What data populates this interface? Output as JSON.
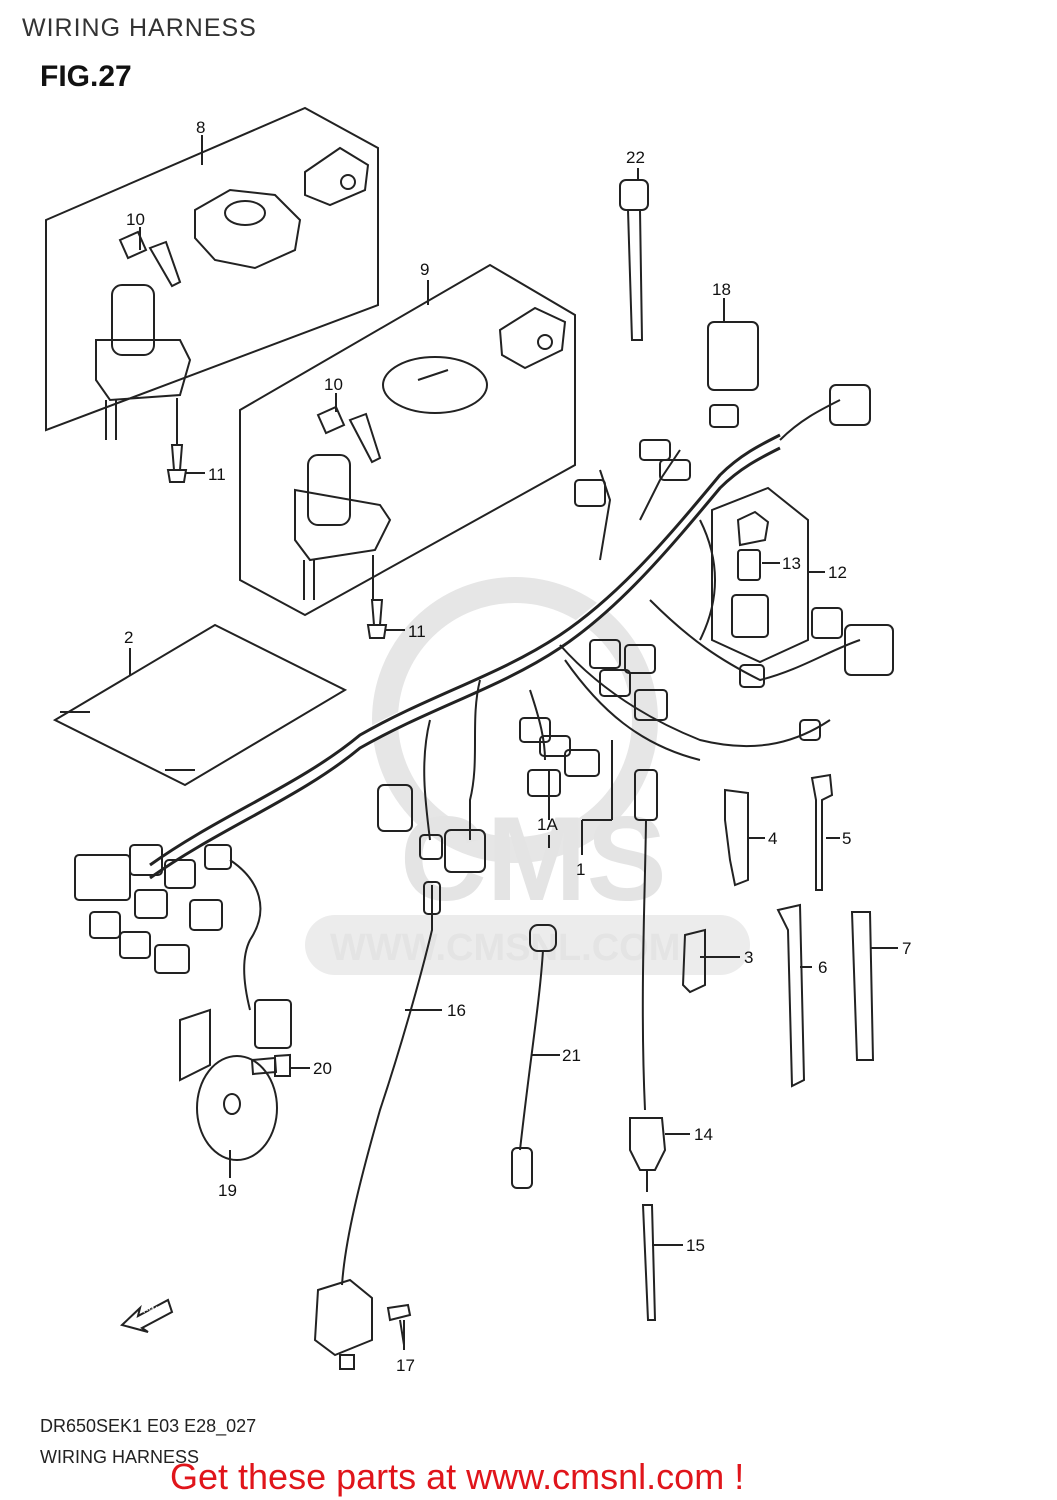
{
  "header": {
    "title": "WIRING HARNESS"
  },
  "figure": {
    "label": "FIG.27"
  },
  "watermark": {
    "brand": "CMS",
    "url": "WWW.CMSNL.COM"
  },
  "fwd_arrow_label": "FWD",
  "part_labels": {
    "p1": "1",
    "p1a": "1A",
    "p2": "2",
    "p3": "3",
    "p4": "4",
    "p5": "5",
    "p6": "6",
    "p7": "7",
    "p8": "8",
    "p9": "9",
    "p10a": "10",
    "p10b": "10",
    "p11a": "11",
    "p11b": "11",
    "p12": "12",
    "p13": "13",
    "p14": "14",
    "p15": "15",
    "p16": "16",
    "p17": "17",
    "p18": "18",
    "p19": "19",
    "p20": "20",
    "p21": "21",
    "p22": "22"
  },
  "footer": {
    "model_code": "DR650SEK1 E03 E28_027",
    "title": "WIRING HARNESS",
    "cta": "Get these parts at www.cmsnl.com !"
  },
  "colors": {
    "line": "#222222",
    "watermark": "#e4e4e4",
    "cta": "#e0151b"
  }
}
